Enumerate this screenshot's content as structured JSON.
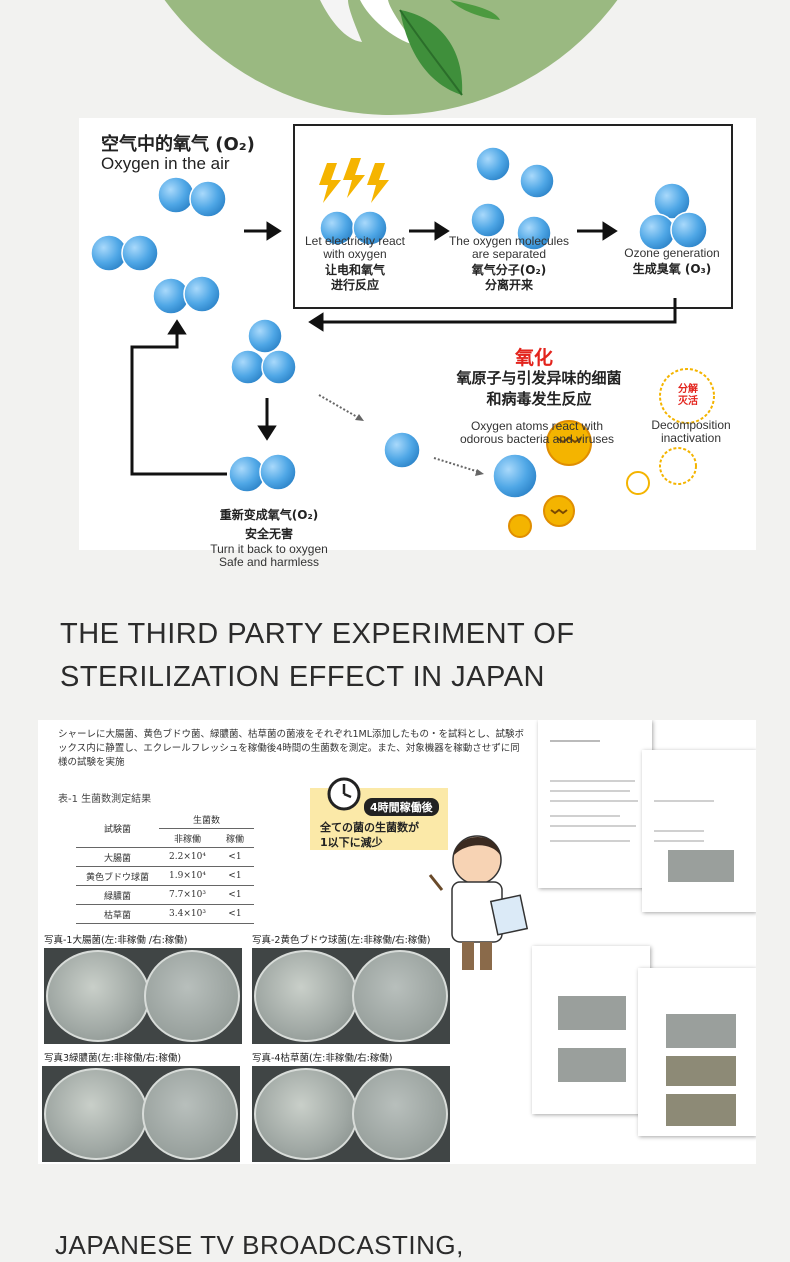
{
  "diagram": {
    "title_zh": "空气中的氧气 (O₂)",
    "title_en": "Oxygen in the air",
    "step1_en": [
      "Let electricity react",
      "with oxygen"
    ],
    "step1_zh": [
      "让电和氧气",
      "进行反应"
    ],
    "step2_en": [
      "The oxygen molecules",
      "are separated"
    ],
    "step2_zh": [
      "氧气分子(O₂)",
      "分离开来"
    ],
    "step3_en": "Ozone generation",
    "step3_zh": "生成臭氧 (O₃)",
    "oxidation_title": "氧化",
    "oxidation_zh": [
      "氧原子与引发异味的细菌",
      "和病毒发生反应"
    ],
    "oxidation_en": [
      "Oxygen atoms react with",
      "odorous bacteria and viruses"
    ],
    "decomp_badge": [
      "分解",
      "灭活"
    ],
    "decomp_en": [
      "Decomposition",
      "inactivation"
    ],
    "return_zh": [
      "重新变成氧气(O₂)",
      "安全无害"
    ],
    "return_en": [
      "Turn it back to oxygen",
      "Safe and harmless"
    ]
  },
  "section1": {
    "heading_line1": "THE THIRD PARTY EXPERIMENT OF",
    "heading_line2": "STERILIZATION EFFECT IN JAPAN"
  },
  "experiment": {
    "intro": "シャーレに大腸菌、黄色ブドウ菌、緑膿菌、枯草菌の菌液をそれぞれ1ML添加したもの・を試料とし、試験ボックス内に静置し、エクレールフレッシュを稼働後4時間の生菌数を測定。また、対象機器を稼動させずに同様の試験を実施",
    "table_title": "表-1  生菌数測定結果",
    "col_group": "生菌数",
    "col_test": "試験菌",
    "col_off": "非稼働",
    "col_on": "稼働",
    "rows": [
      {
        "name": "大腸菌",
        "off": "2.2×10⁴",
        "on": "<1"
      },
      {
        "name": "黄色ブドウ球菌",
        "off": "1.9×10⁴",
        "on": "<1"
      },
      {
        "name": "緑膿菌",
        "off": "7.7×10³",
        "on": "<1"
      },
      {
        "name": "枯草菌",
        "off": "3.4×10³",
        "on": "<1"
      }
    ],
    "callout_badge": "4時間稼働後",
    "callout_text": [
      "全ての菌の生菌数が",
      "1以下に減少"
    ],
    "photos": [
      "写真-1大腸菌(左:非稼働 /右:稼働)",
      "写真-2黄色ブドウ球菌(左:非稼働/右:稼働)",
      "写真3緑膿菌(左:非稼働/右:稼働)",
      "写真-4枯草菌(左:非稼働/右:稼働)"
    ]
  },
  "section2": {
    "heading": "JAPANESE TV BROADCASTING,"
  },
  "colors": {
    "green_bg": "#9ab981",
    "molecule_blue": "#5aaee8",
    "oxidation_red": "#e3241d",
    "bacteria_yellow": "#f4b400"
  }
}
